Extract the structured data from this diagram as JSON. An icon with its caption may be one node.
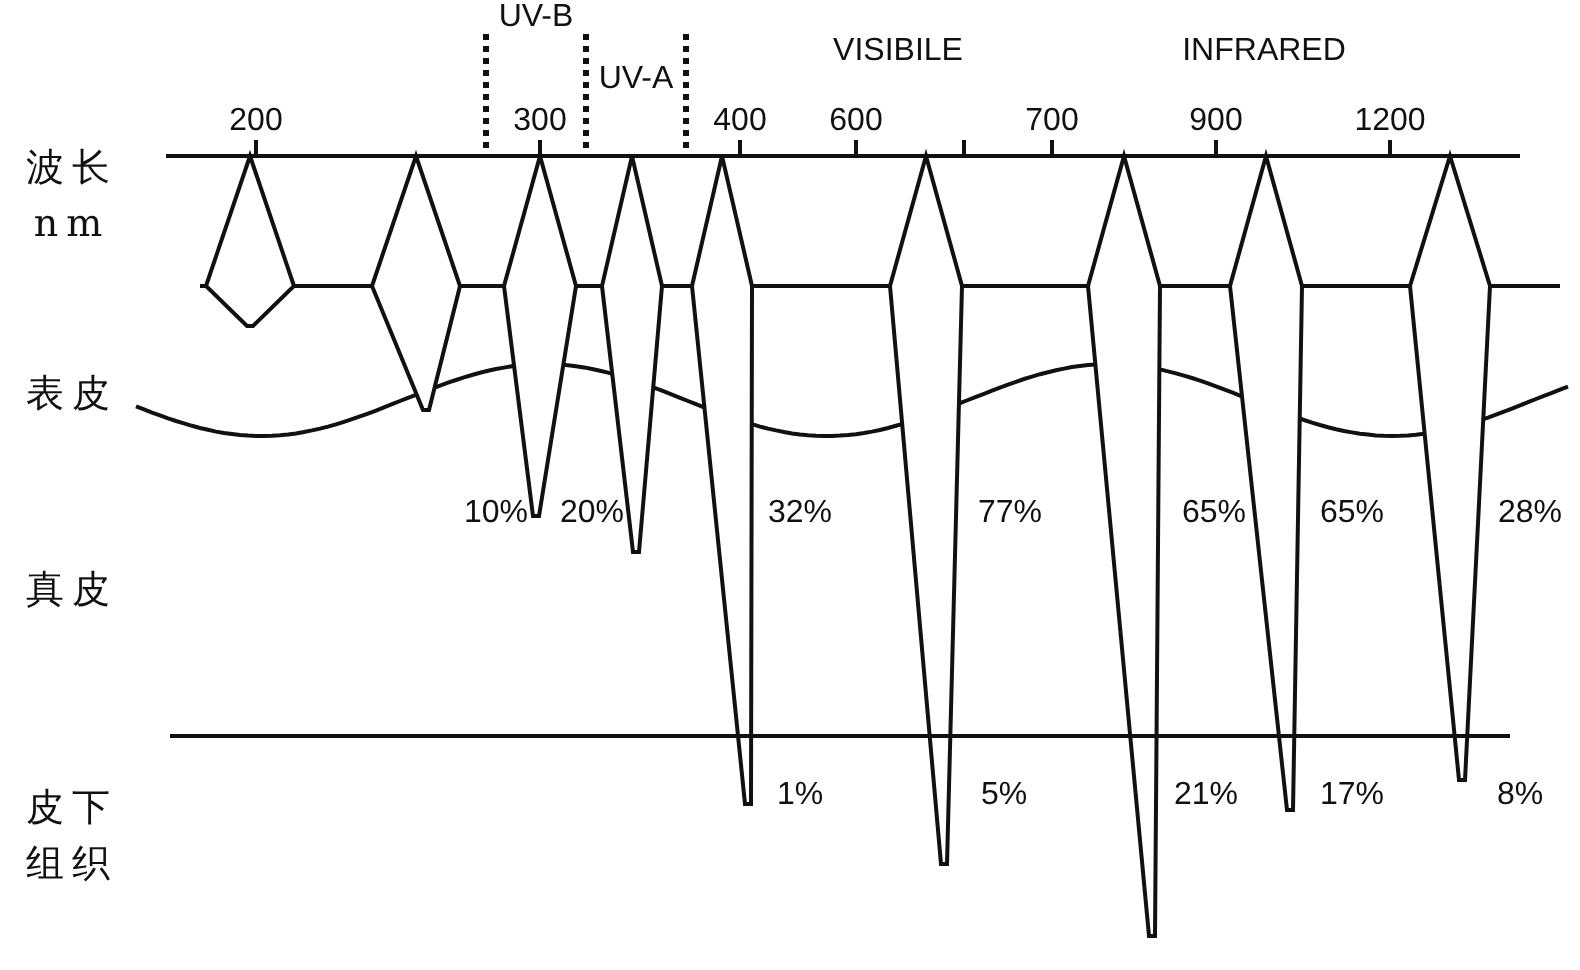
{
  "diagram": {
    "labels": [
      "UV-B",
      "UV-A",
      "VISIBILE",
      "INFRARED",
      "200",
      "300",
      "400",
      "600",
      "700",
      "900",
      "1200",
      "波长 nm",
      "表皮",
      "10%",
      "20%",
      "32%",
      "77%",
      "65%",
      "65%",
      "28%",
      "真皮",
      "1%",
      "5%",
      "21%",
      "17%",
      "8%",
      "皮下组织"
    ]
  }
}
